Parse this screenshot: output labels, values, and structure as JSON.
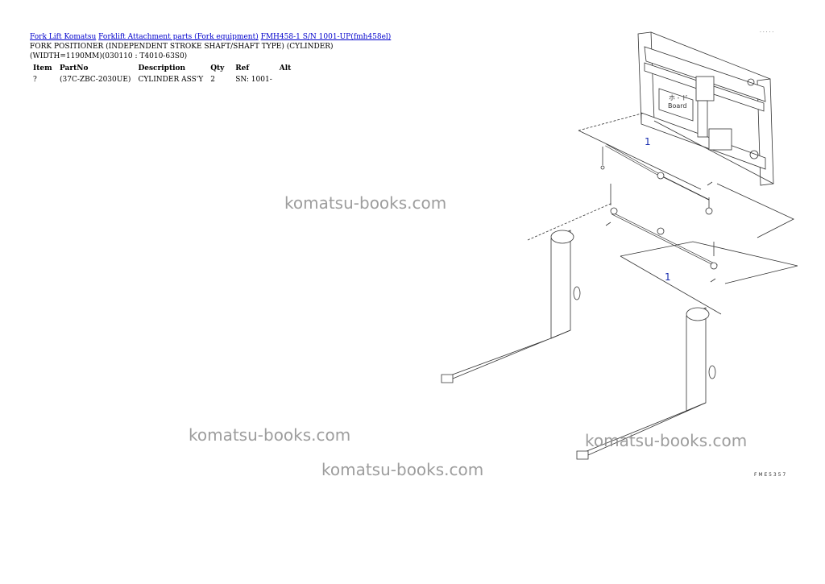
{
  "breadcrumb": {
    "link1": "Fork Lift Komatsu",
    "link2": "Forklift Attachment parts (Fork equipment)",
    "link3": "FMH458-1 S/N 1001-UP(fmh458el)"
  },
  "title": {
    "line1": "FORK POSITIONER (INDEPENDENT STROKE SHAFT/SHAFT TYPE) (CYLINDER)",
    "line2": "(WIDTH=1190MM)(030110 : T4010-63S0)"
  },
  "table": {
    "headers": {
      "item": "Item",
      "partno": "PartNo",
      "description": "Description",
      "qty": "Qty",
      "ref": "Ref",
      "alt": "Alt"
    },
    "rows": [
      {
        "item": "?",
        "partno": "(37C-ZBC-2030UE)",
        "description": "CYLINDER ASS'Y",
        "qty": "2",
        "ref": "SN: 1001-",
        "alt": ""
      }
    ]
  },
  "drawing": {
    "callout_top": "1",
    "callout_bottom": "1",
    "board_label_line1": "ホ - ド",
    "board_label_line2": "Board",
    "corner_code_top": ". . . . .",
    "corner_code_bottom": "F M E 5 3 5 7"
  },
  "watermarks": {
    "w1": "komatsu-books.com",
    "w2": "komatsu-books.com",
    "w3": "komatsu-books.com",
    "w4": "komatsu-books.com"
  },
  "colors": {
    "link": "#0000cc",
    "callout": "#1a2fb0",
    "watermark": "#8c8c8c"
  }
}
